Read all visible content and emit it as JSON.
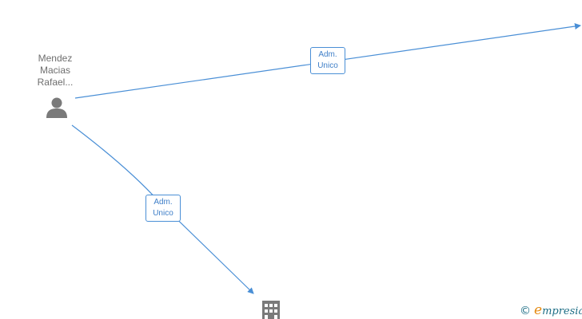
{
  "person": {
    "name_lines": [
      "Mendez",
      "Macias",
      "Rafael..."
    ],
    "icon": "person-icon"
  },
  "relations": [
    {
      "lines": [
        "Adm.",
        "Unico"
      ],
      "target": "offscreen-company"
    },
    {
      "lines": [
        "Adm.",
        "Unico"
      ],
      "target": "company-building"
    }
  ],
  "company": {
    "icon": "building-icon"
  },
  "watermark": {
    "copyright": "©",
    "brand_initial": "e",
    "brand_rest": "mpresia"
  },
  "colors": {
    "edge": "#4a8fd6",
    "node": "#7a7a7a",
    "label": "#6e6e6e"
  }
}
